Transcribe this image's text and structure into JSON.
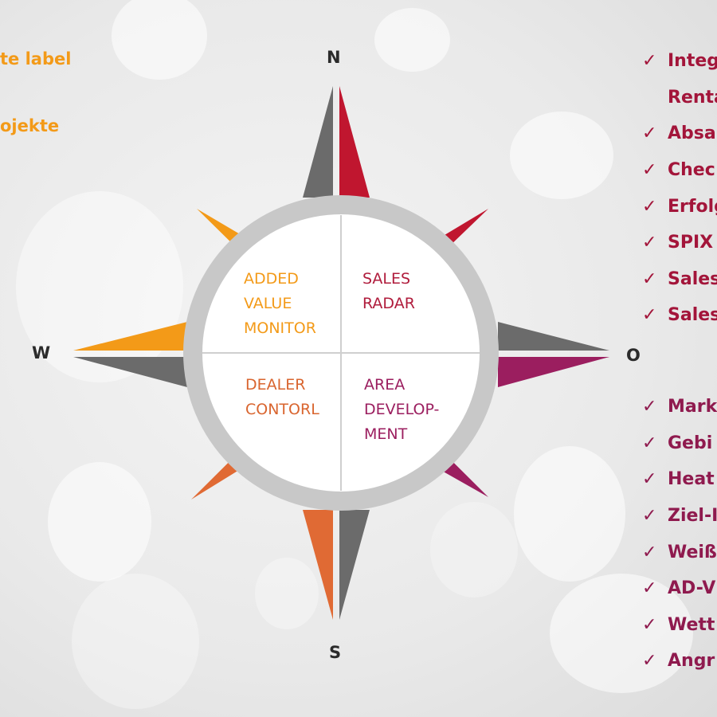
{
  "left_labels": [
    "te label",
    "ojekte"
  ],
  "directions": {
    "north": "N",
    "south": "S",
    "west": "W",
    "east": "O"
  },
  "quadrants": {
    "top_left": {
      "lines": [
        "ADDED",
        "VALUE",
        "MONITOR"
      ],
      "color": "#f39a18"
    },
    "top_right": {
      "lines": [
        "SALES",
        "RADAR"
      ],
      "color": "#b01c3c"
    },
    "bottom_left": {
      "lines": [
        "DEALER",
        "CONTORL"
      ],
      "color": "#d9652f"
    },
    "bottom_right": {
      "lines": [
        "AREA",
        "DEVELOP-",
        "MENT"
      ],
      "color": "#9b1e5f"
    }
  },
  "checklist_top": [
    {
      "text": "Integ",
      "check": true
    },
    {
      "text": "Renta",
      "check": false
    },
    {
      "text": "Absa",
      "check": true
    },
    {
      "text": "Chec",
      "check": true
    },
    {
      "text": "Erfolg",
      "check": true
    },
    {
      "text": "SPIX",
      "check": true
    },
    {
      "text": "Sales",
      "check": true
    },
    {
      "text": "Sales",
      "check": true
    }
  ],
  "checklist_bottom": [
    {
      "text": "Mark",
      "check": true
    },
    {
      "text": "Gebi",
      "check": true
    },
    {
      "text": "Heat",
      "check": true
    },
    {
      "text": "Ziel-I",
      "check": true
    },
    {
      "text": "Weiß",
      "check": true
    },
    {
      "text": "AD-V",
      "check": true
    },
    {
      "text": "Wett",
      "check": true
    },
    {
      "text": "Angr",
      "check": true
    }
  ],
  "check_glyph": "✓",
  "colors": {
    "north_red": "#c0162f",
    "east_magenta": "#9b1e5f",
    "west_orange": "#f39a18",
    "south_orange": "#e06a34",
    "grey_arm": "#6b6b6b",
    "ring": "#c8c8c8",
    "checklist_top": "#a3153a",
    "checklist_bottom": "#8f1a4e"
  }
}
